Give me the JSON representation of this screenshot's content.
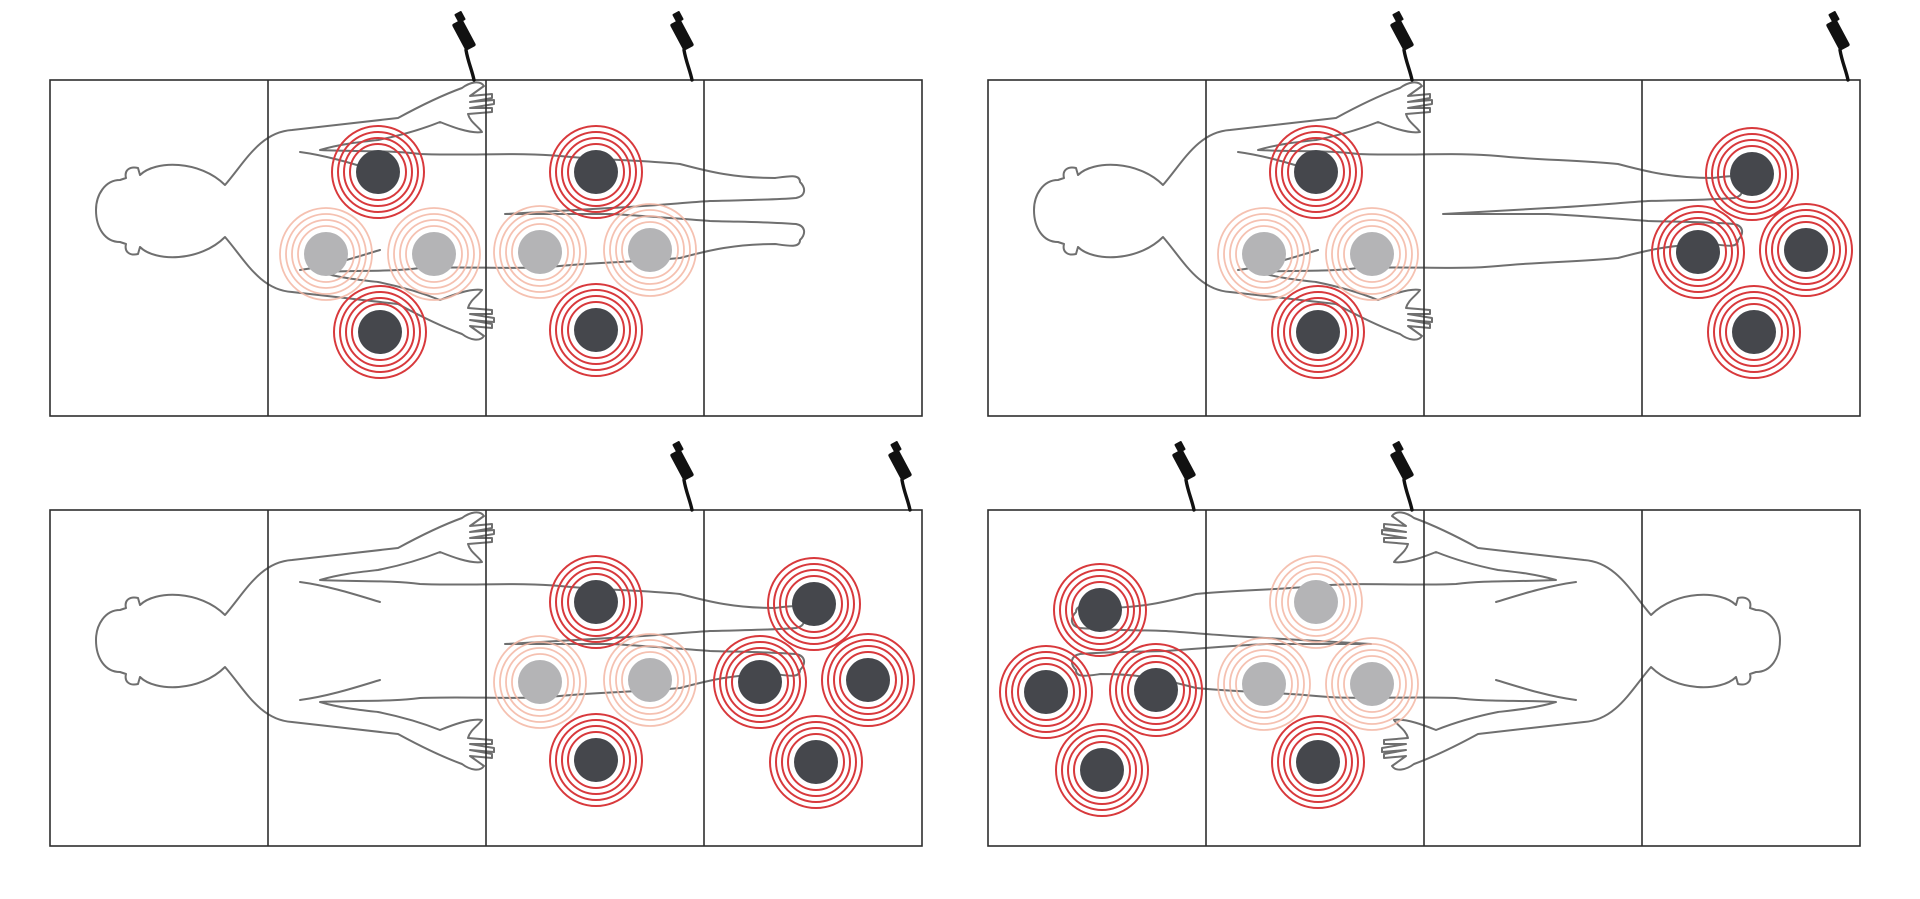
{
  "colors": {
    "active_ring": "#d8393c",
    "inactive_ring": "#f3b6a3",
    "active_node": "#45474c",
    "inactive_node": "#b4b4b6",
    "mat_stroke": "#2e2e2e",
    "body_stroke": "#6f6f6f",
    "cable": "#111111"
  },
  "icons": {
    "connector": "power-plug-icon",
    "person": "person-outline-icon",
    "massage_node": "massage-node-icon"
  },
  "panels": [
    {
      "id": "top-left",
      "body_orientation": "head-left",
      "cable_segments": [
        2,
        3
      ],
      "active_nodes": [
        "shoulder-top",
        "shoulder-bottom",
        "hip-top",
        "hip-bottom"
      ]
    },
    {
      "id": "top-right",
      "body_orientation": "head-left",
      "cable_segments": [
        2,
        4
      ],
      "active_nodes": [
        "shoulder-top",
        "shoulder-bottom",
        "leg-top",
        "leg-left",
        "leg-right",
        "leg-bottom"
      ]
    },
    {
      "id": "bottom-left",
      "body_orientation": "head-left",
      "cable_segments": [
        3,
        4
      ],
      "active_nodes": [
        "hip-top",
        "hip-bottom",
        "leg-top",
        "leg-left",
        "leg-right",
        "leg-bottom"
      ]
    },
    {
      "id": "bottom-right",
      "body_orientation": "head-right",
      "cable_segments": [
        1,
        2
      ],
      "active_nodes": [
        "head-top",
        "head-left",
        "head-right",
        "head-bottom",
        "shoulder-bottom"
      ]
    }
  ]
}
